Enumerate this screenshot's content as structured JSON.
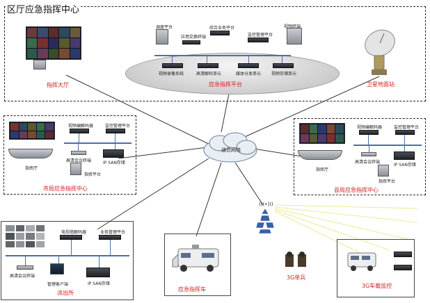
{
  "header": {
    "title": "区厅应急指挥中心"
  },
  "center": {
    "hall_label": "指挥大厅",
    "platform_label": "应急指挥平台",
    "satellite_label": "卫星地面站",
    "platform_devices_top": [
      "调度平台",
      "应用交换终端",
      "综合业务平台",
      "监控管理平台",
      "视频终端"
    ],
    "platform_devices_bottom": [
      "视频录像系统",
      "高清解码单元",
      "媒体分发单元",
      "视频存储单元"
    ]
  },
  "cloud": {
    "label": "通信网络"
  },
  "city": {
    "label": "市局应急指挥中心",
    "devices": [
      "视频编解码器",
      "监控管理平台",
      "高清会议终端",
      "IP SAN存储",
      "指挥平台",
      "指挥厅"
    ]
  },
  "county": {
    "label": "县局应急指挥中心",
    "devices": [
      "视频编解码器",
      "监控管理平台",
      "高清会议终端",
      "IP SAN存储",
      "指挥平台",
      "指挥厅"
    ]
  },
  "station": {
    "label": "派出所",
    "devices": [
      "电视墙解码器",
      "业务管理平台",
      "高清会议终端",
      "管理客户端",
      "IP SAN存储"
    ]
  },
  "vehicle": {
    "label": "应急指挥车"
  },
  "single": {
    "label": "3G单兵"
  },
  "car3g": {
    "label": "3G车载监控"
  },
  "tower": {
    "label": "(((•)))"
  },
  "colors": {
    "accent_red": "#d2201c",
    "bus_blue": "#4a6ea8",
    "line": "#333333"
  }
}
